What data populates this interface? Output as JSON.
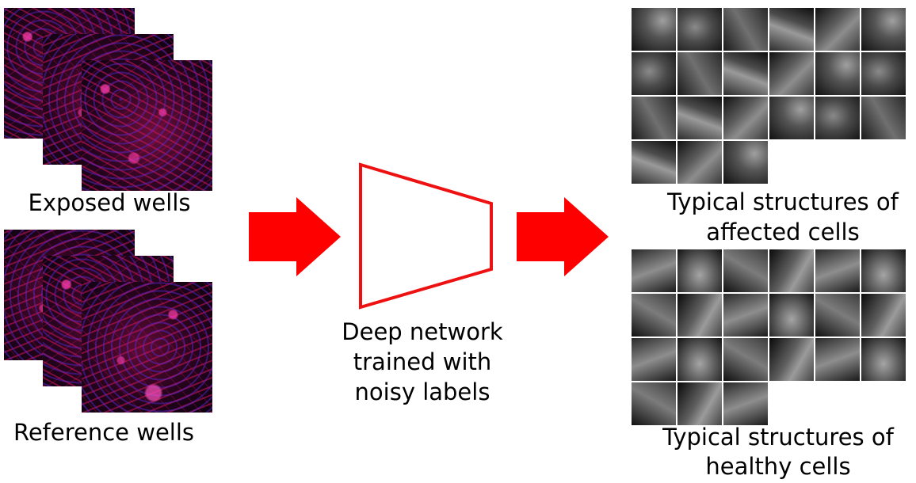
{
  "labels": {
    "exposed": "Exposed wells",
    "reference": "Reference wells",
    "network_line1": "Deep network",
    "network_line2": "trained with",
    "network_line3": "noisy labels",
    "affected_line1": "Typical structures of",
    "affected_line2": "affected cells",
    "healthy_line1": "Typical structures of",
    "healthy_line2": "healthy cells"
  },
  "colors": {
    "arrow": "#ff0000",
    "network_outline": "#ee1111",
    "background": "#ffffff"
  },
  "tile_grids": {
    "affected_count": 21,
    "healthy_count": 21
  }
}
